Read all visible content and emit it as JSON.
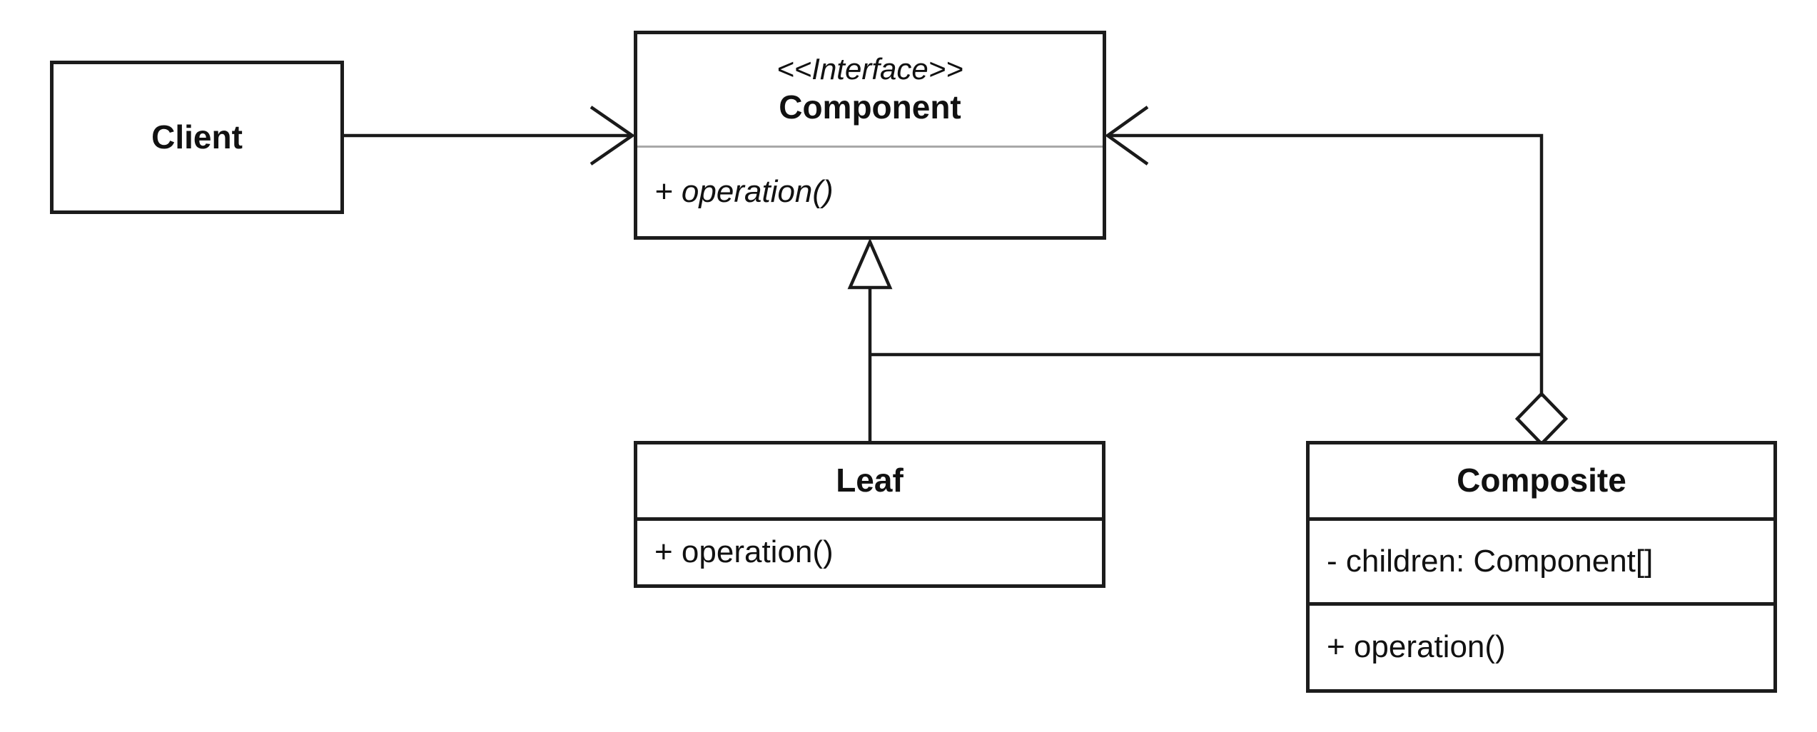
{
  "classes": {
    "client": {
      "name": "Client"
    },
    "component": {
      "stereotype": "<<Interface>>",
      "name": "Component",
      "operations": [
        "+ operation()"
      ]
    },
    "leaf": {
      "name": "Leaf",
      "operations": [
        "+ operation()"
      ]
    },
    "composite": {
      "name": "Composite",
      "attributes": [
        "- children: Component[]"
      ],
      "operations": [
        "+ operation()"
      ]
    }
  },
  "colors": {
    "line": "#1a1a1a",
    "box_border": "#1c1c1c",
    "text": "#111111",
    "component_divider": "#a8a8a8",
    "composition_diamond_fill": "#0a0a0a",
    "generalization_triangle_fill": "#ffffff",
    "background": "#ffffff"
  }
}
